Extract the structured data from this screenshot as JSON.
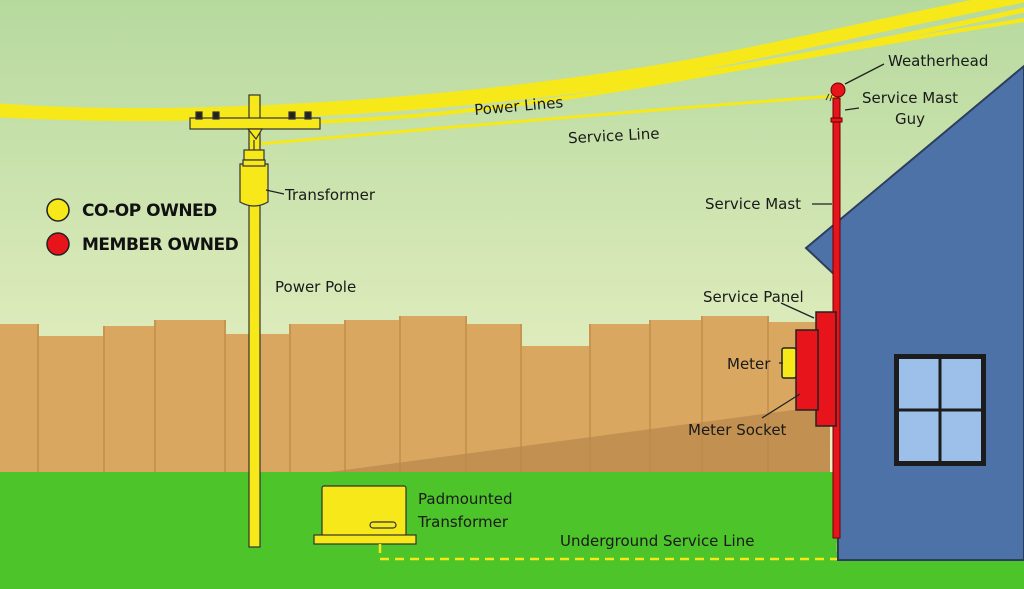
{
  "legend": {
    "coop_owned": "CO-OP OWNED",
    "member_owned": "MEMBER OWNED"
  },
  "labels": {
    "power_lines": "Power Lines",
    "service_line": "Service Line",
    "weatherhead": "Weatherhead",
    "service_mast_guy_1": "Service Mast",
    "service_mast_guy_2": "Guy",
    "transformer": "Transformer",
    "service_mast": "Service Mast",
    "power_pole": "Power Pole",
    "service_panel": "Service Panel",
    "meter": "Meter",
    "meter_socket": "Meter Socket",
    "padmounted_transformer_1": "Padmounted",
    "padmounted_transformer_2": "Transformer",
    "underground_service_line": "Underground Service Line"
  },
  "colors": {
    "coop": "#f7e81a",
    "member": "#e8141c",
    "house": "#4d72a8",
    "grass": "#4cc42a",
    "fence": "#d9a760",
    "sky_top": "#b9dca3",
    "sky_bottom": "#eaf2c6"
  }
}
